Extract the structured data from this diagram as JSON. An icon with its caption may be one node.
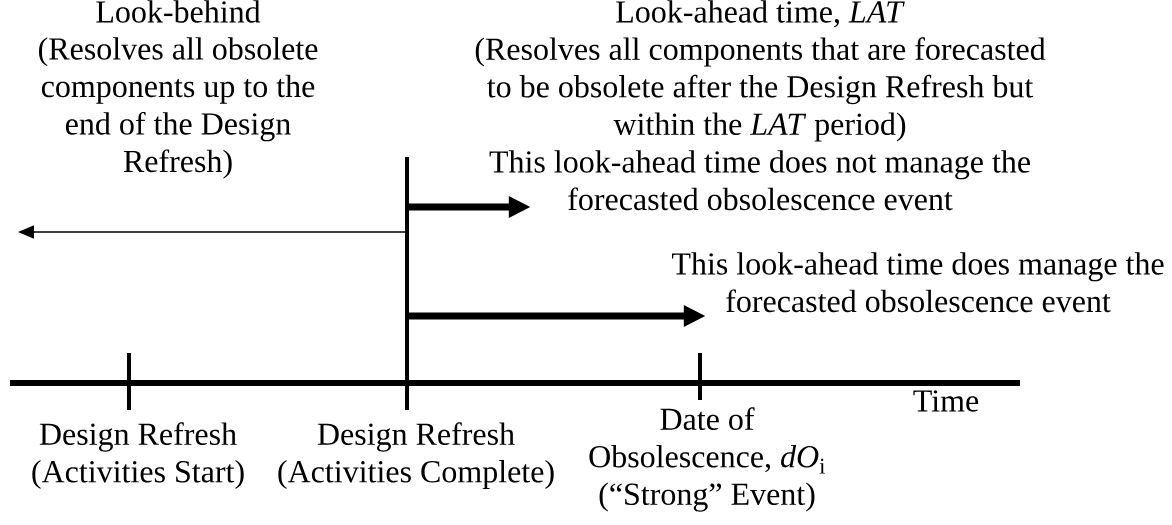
{
  "diagram": {
    "nodes": [
      {
        "text": [
          "This look-ahead time does not manage the forecasted obsolescence event"
        ]
      },
      {
        "text": [
          "This look-ahead time does manage the forecasted obsolescence event"
        ]
      }
    ],
    "edges": [
      {
        "from": null,
        "to": 0,
        "arrow": "to"
      },
      {
        "from": null,
        "to": 1,
        "arrow": "to"
      }
    ],
    "labels": [
      "Look-behind",
      "(Resolves all obsolete components up to the end of the Design Refresh)",
      "Look-ahead time, *LAT*",
      "(Resolves all components that are forecasted to be obsolete after the Design Refresh but within the *LAT* period)",
      "Design Refresh (Activities Start)",
      "Design Refresh (Activities Complete)",
      "Date of Obsolescence, *dO*$_{i}$ (“Strong” Event)",
      "Time"
    ]
  }
}
